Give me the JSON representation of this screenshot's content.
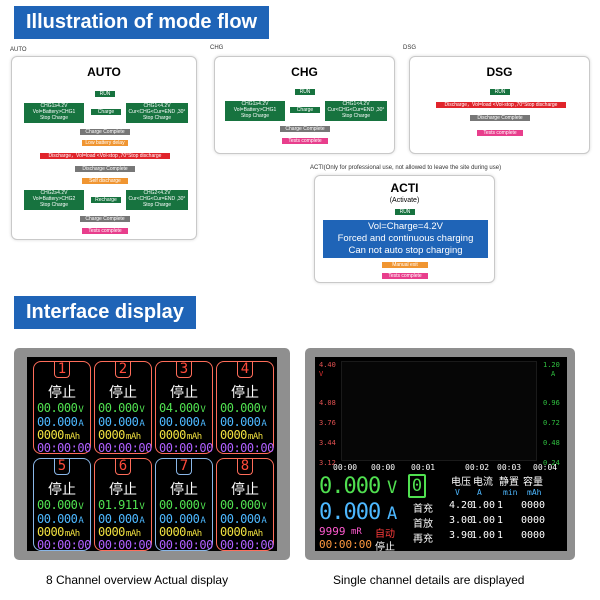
{
  "titles": {
    "mode_flow": "Illustration of mode flow",
    "interface": "Interface display"
  },
  "panels": {
    "auto": {
      "label": "AUTO",
      "title": "AUTO",
      "run": "RUN",
      "chg1_left": "CHG1≥4.2V\nVol=Battery>CHG1\nStop Charge",
      "chg1_mid": "Charge",
      "chg1_right": "CHG1<4.2V\nCur<CHG<Cur=END ,30°\nStop Charge",
      "charge_complete": "Charge Complete",
      "low_battery": "Low battery delay",
      "discharge": "Discharge，Vol=load <Vol-stop ,70°Stop discharge",
      "discharge_complete": "Discharge Complete",
      "self_discharge": "Self discharge",
      "chg2_left": "CHG2≥4.2V\nVol=Battery>CHG2\nStop Charge",
      "chg2_mid": "Recharge",
      "chg2_right": "CHG2<4.2V\nCur<CHG<Cur=END ,30°\nStop Charge",
      "charge_complete2": "Charge Complete",
      "tests_complete": "Tests complete"
    },
    "chg": {
      "label": "CHG",
      "title": "CHG",
      "run": "RUN",
      "left": "CHG1≥4.2V\nVol=Battery>CHG1\nStop Charge",
      "mid": "Charge",
      "right": "CHG1<4.2V\nCur<CHG<Cur=END ,30°\nStop Charge",
      "charge_complete": "Charge Complete",
      "tests_complete": "Tests complete"
    },
    "dsg": {
      "label": "DSG",
      "title": "DSG",
      "run": "RUN",
      "discharge": "Discharge，Vol=load <Vol-stop ,70°Stop discharge",
      "discharge_complete": "Discharge Complete",
      "tests_complete": "Tests complete"
    },
    "acti": {
      "label": "ACTI(Only for professional use, not allowed to leave the site during use)",
      "title": "ACTI",
      "subtitle": "(Activate)",
      "run": "RUN",
      "line1": "Vol=Charge=4.2V",
      "line2": "Forced and continuous charging",
      "line3": "Can not auto stop charging",
      "manual_exit": "Manual exit",
      "tests_complete": "Tests complete"
    }
  },
  "overview": {
    "caption": "8 Channel overview Actual display",
    "channels": [
      {
        "num": "1",
        "status": "停止",
        "v": "00.000",
        "a": "00.000",
        "mah": "0000",
        "time": "00:00:00",
        "border": "#ff6d5a"
      },
      {
        "num": "2",
        "status": "停止",
        "v": "00.000",
        "a": "00.000",
        "mah": "0000",
        "time": "00:00:00",
        "border": "#ff6d5a"
      },
      {
        "num": "3",
        "status": "停止",
        "v": "04.000",
        "a": "00.000",
        "mah": "0000",
        "time": "00:00:00",
        "border": "#ff6d5a"
      },
      {
        "num": "4",
        "status": "停止",
        "v": "00.000",
        "a": "00.000",
        "mah": "0000",
        "time": "00:00:00",
        "border": "#ff6d5a"
      },
      {
        "num": "5",
        "status": "停止",
        "v": "00.000",
        "a": "00.000",
        "mah": "0000",
        "time": "00:00:00",
        "border": "#8ab7e8"
      },
      {
        "num": "6",
        "status": "停止",
        "v": "01.911",
        "a": "00.000",
        "mah": "0000",
        "time": "00:00:00",
        "border": "#ff6d5a"
      },
      {
        "num": "7",
        "status": "停止",
        "v": "00.000",
        "a": "00.000",
        "mah": "0000",
        "time": "00:00:00",
        "border": "#8ab7e8"
      },
      {
        "num": "8",
        "status": "停止",
        "v": "00.000",
        "a": "00.000",
        "mah": "0000",
        "time": "00:00:00",
        "border": "#ff6d5a"
      }
    ],
    "units": {
      "v": "V",
      "a": "A",
      "mah": "mAh"
    }
  },
  "detail": {
    "caption": "Single channel details are displayed",
    "left_axis": [
      "4.40",
      "4.08",
      "3.76",
      "3.44",
      "3.12"
    ],
    "left_unit": "V",
    "right_axis": [
      "1.20",
      "0.96",
      "0.72",
      "0.48",
      "0.24"
    ],
    "right_unit": "A",
    "times_left": [
      "00:00",
      "00:00"
    ],
    "channel_no": "0",
    "big_v": "0.000",
    "big_v_unit": "V",
    "big_a": "0.000",
    "big_a_unit": "A",
    "res": "9999",
    "res_unit": "mR",
    "mode": "自动",
    "elapsed": "00:00:00",
    "state": "停止",
    "times_right": [
      "00:01",
      "00:02",
      "00:03",
      "00:04"
    ],
    "headers": [
      "电压",
      "电流",
      "静置",
      "容量"
    ],
    "units": [
      "V",
      "A",
      "min",
      "mAh"
    ],
    "rows": [
      {
        "label": "首充",
        "v": "4.20",
        "a": "1.00",
        "min": "1",
        "mah": "0000"
      },
      {
        "label": "首放",
        "v": "3.00",
        "a": "1.00",
        "min": "1",
        "mah": "0000"
      },
      {
        "label": "再充",
        "v": "3.90",
        "a": "1.00",
        "min": "1",
        "mah": "0000"
      }
    ]
  },
  "colors": {
    "banner": "#1f64b7",
    "green_block": "#17733f",
    "red_block": "#e0242b",
    "pink_block": "#e83e8c",
    "orange_block": "#f09531"
  }
}
